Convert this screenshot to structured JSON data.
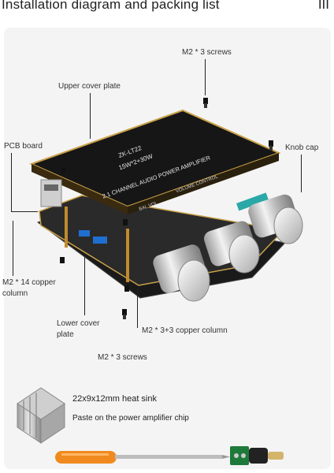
{
  "header": {
    "title": "Installation diagram and packing list",
    "corner_mark": "III"
  },
  "labels": {
    "screws_top": "M2 * 3 screws",
    "upper_cover": "Upper cover plate",
    "pcb_board": "PCB board",
    "knob_cap": "Knob cap",
    "copper_column_14": "M2 * 14 copper column",
    "lower_cover": "Lower cover plate",
    "copper_column_3_3": "M2 * 3+3 copper column",
    "screws_bottom": "M2 * 3 screws"
  },
  "board_print": {
    "model": "ZK-LT22",
    "power": "15W*2+30W",
    "description": "2.1 CHANNEL AUDIO POWER AMPLIFIER",
    "volume_control": "VOLUME CONTROL",
    "bal_vol": "BAL VOL"
  },
  "accessories": {
    "heatsink_title": "22x9x12mm heat sink",
    "heatsink_note": "Paste on the power amplifier chip"
  },
  "colors": {
    "board": "#161616",
    "pcb_edge": "#c9a24a",
    "knob": "#c8c8c8",
    "screwdriver": "#f08a1e"
  }
}
